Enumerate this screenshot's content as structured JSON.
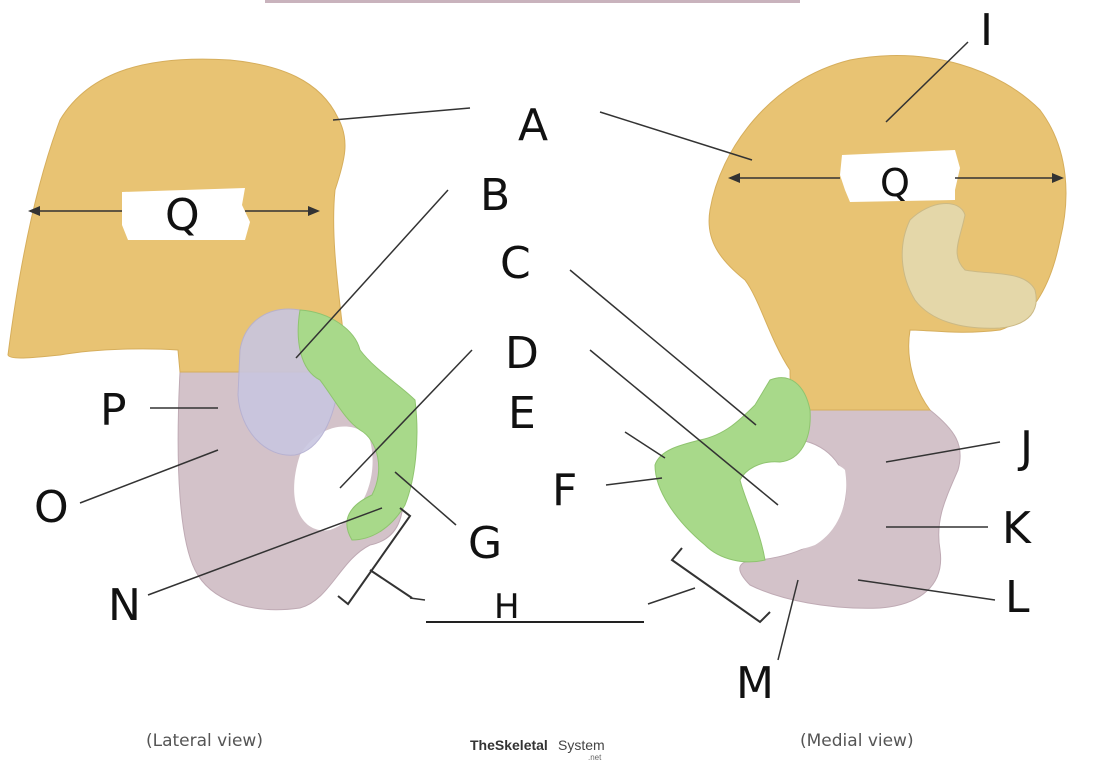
{
  "labels": {
    "A": "A",
    "B": "B",
    "C": "C",
    "D": "D",
    "E": "E",
    "F": "F",
    "G": "G",
    "H": "H",
    "I": "I",
    "J": "J",
    "K": "K",
    "L": "L",
    "M": "M",
    "N": "N",
    "O": "O",
    "P": "P",
    "Q_left": "Q",
    "Q_right": "Q"
  },
  "captions": {
    "lateral": "(Lateral view)",
    "medial": "(Medial view)"
  },
  "watermark": {
    "part1": "TheSkeletal",
    "part2": "System",
    "suffix": ".net"
  },
  "colors": {
    "ilium": "#e8c373",
    "ischium_pubis": "#d3c2c9",
    "acetabulum_pubis_green": "#a8d98a",
    "acetabulum_center": "#c8c6e0",
    "auricular_surface": "#e4d7a9"
  }
}
